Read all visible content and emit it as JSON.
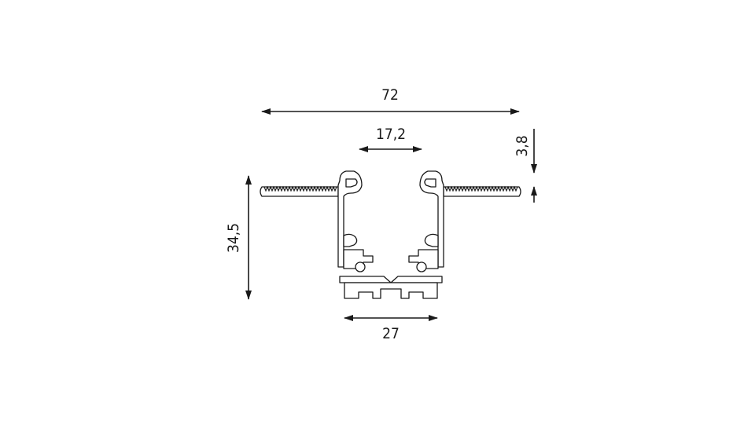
{
  "diagram": {
    "dimensions": {
      "overall_width": "72",
      "inner_width": "17,2",
      "flange_thickness": "3,8",
      "height": "34,5",
      "base_width": "27"
    },
    "colors": {
      "line": "#1a1a1a",
      "background": "#ffffff"
    }
  }
}
